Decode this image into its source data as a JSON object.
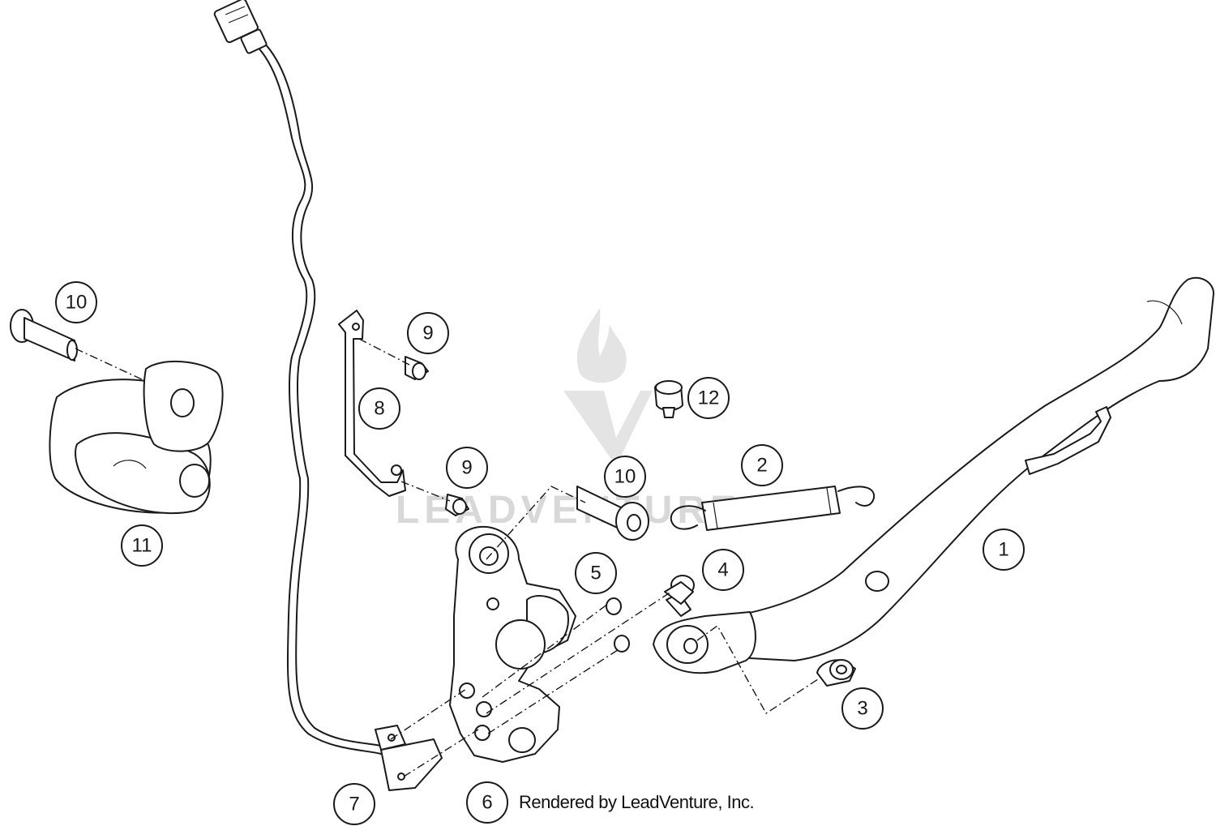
{
  "callouts": {
    "c1": "1",
    "c2": "2",
    "c3": "3",
    "c4": "4",
    "c5": "5",
    "c6": "6",
    "c7": "7",
    "c8": "8",
    "c9a": "9",
    "c9b": "9",
    "c10a": "10",
    "c10b": "10",
    "c11": "11",
    "c12": "12"
  },
  "watermark": {
    "text": "LEADVENTURE"
  },
  "credit": {
    "text": "Rendered by LeadVenture, Inc."
  },
  "colors": {
    "line": "#1a1a1a",
    "watermark": "#d8d8d8",
    "background": "#ffffff"
  }
}
